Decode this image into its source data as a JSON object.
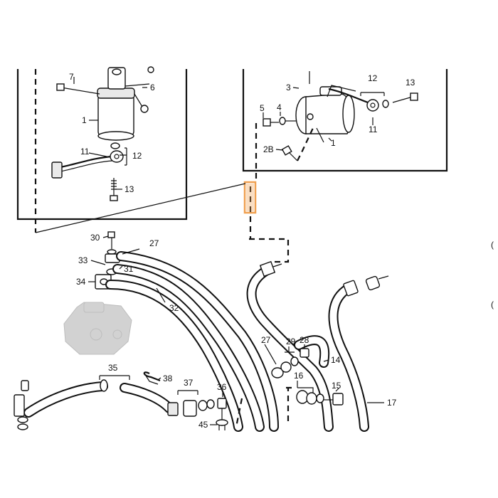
{
  "highlight_color": "#f0a050",
  "labels": {
    "l7": "7",
    "l6": "6",
    "l1a": "1",
    "l11a": "11",
    "l12a": "12",
    "l13a": "13",
    "l3": "3",
    "l5": "5",
    "l4": "4",
    "l2b": "2B",
    "l1b": "1",
    "l12b": "12",
    "l11b": "11",
    "l13b": "13",
    "l30": "30",
    "l27a": "27",
    "l33": "33",
    "l31": "31",
    "l34": "34",
    "l32": "32",
    "l27b": "27",
    "l29": "29",
    "l28": "28",
    "l14": "14",
    "l35": "35",
    "l38": "38",
    "l37": "37",
    "l36": "36",
    "l45": "45",
    "l16": "16",
    "l15": "15",
    "l17": "17"
  },
  "edge_marks": [
    "(",
    "("
  ]
}
